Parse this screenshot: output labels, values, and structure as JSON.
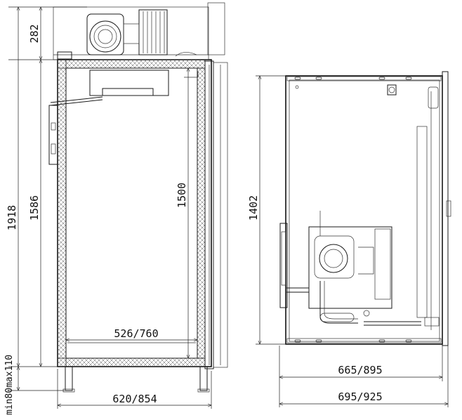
{
  "dimensions": {
    "overall_height": "1918",
    "top_unit_height": "282",
    "cabinet_height": "1586",
    "interior_height": "1500",
    "interior_width": "526/760",
    "exterior_width": "620/854",
    "feet_height": "min80max110",
    "side_height": "1402",
    "side_depth_inner": "665/895",
    "side_depth_outer": "695/925"
  }
}
